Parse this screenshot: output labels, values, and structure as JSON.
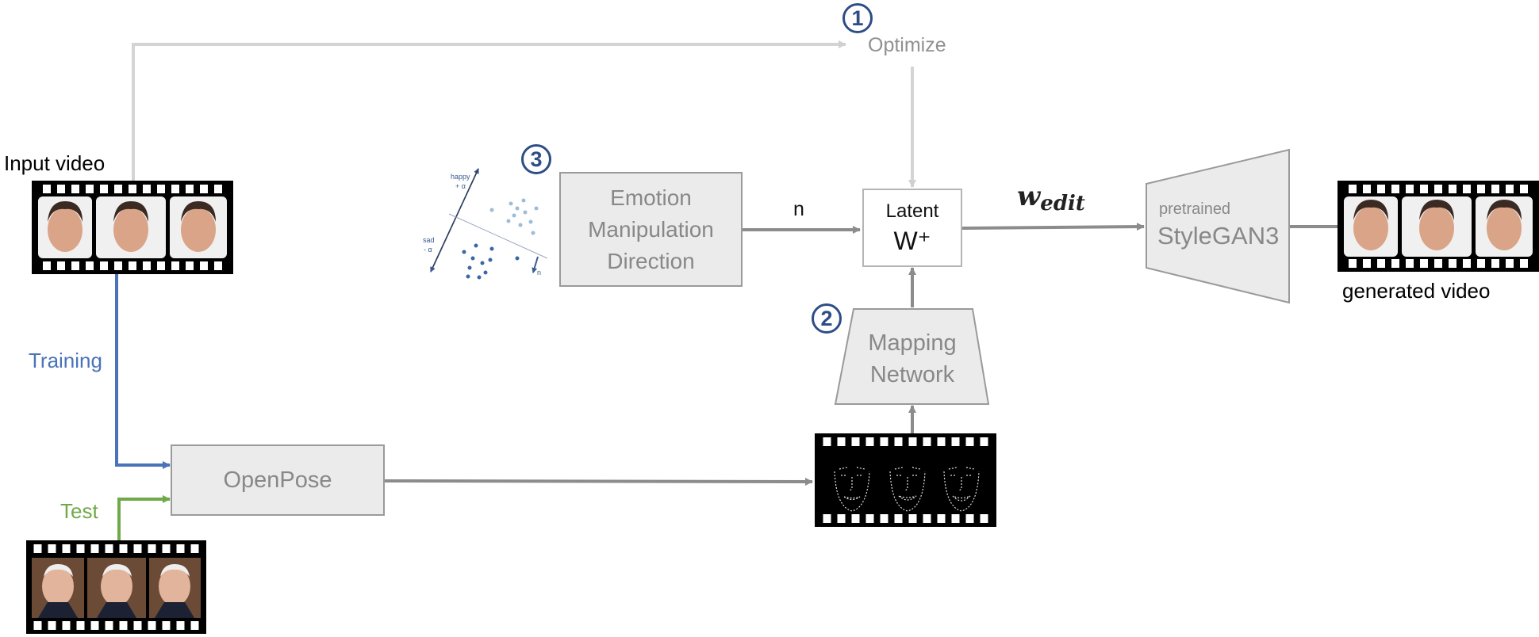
{
  "labels": {
    "input_video": "Input video",
    "generated_video": "generated video",
    "training": "Training",
    "test": "Test",
    "optimize": "Optimize",
    "n": "n",
    "w_edit_main": "w",
    "w_edit_sub": "edit"
  },
  "boxes": {
    "emotion_line1": "Emotion",
    "emotion_line2": "Manipulation",
    "emotion_line3": "Direction",
    "latent_title": "Latent",
    "latent_symbol": "W⁺",
    "mapping_line1": "Mapping",
    "mapping_line2": "Network",
    "openpose": "OpenPose",
    "stylegan_small": "pretrained",
    "stylegan_big": "StyleGAN3"
  },
  "steps": [
    "1",
    "2",
    "3"
  ],
  "scatter": {
    "happy": "happy",
    "plus_alpha": "+ α",
    "sad": "sad",
    "minus_alpha": "- α",
    "n": "n"
  },
  "colors": {
    "flow_gray": "#8c8c8c",
    "optimize_gray": "#d4d4d4",
    "training_blue": "#4a73b8",
    "test_green": "#70a94a",
    "step_navy": "#2c4d86",
    "box_fill": "#ebebeb",
    "box_text": "#888888",
    "filmstrip": "#000000"
  }
}
